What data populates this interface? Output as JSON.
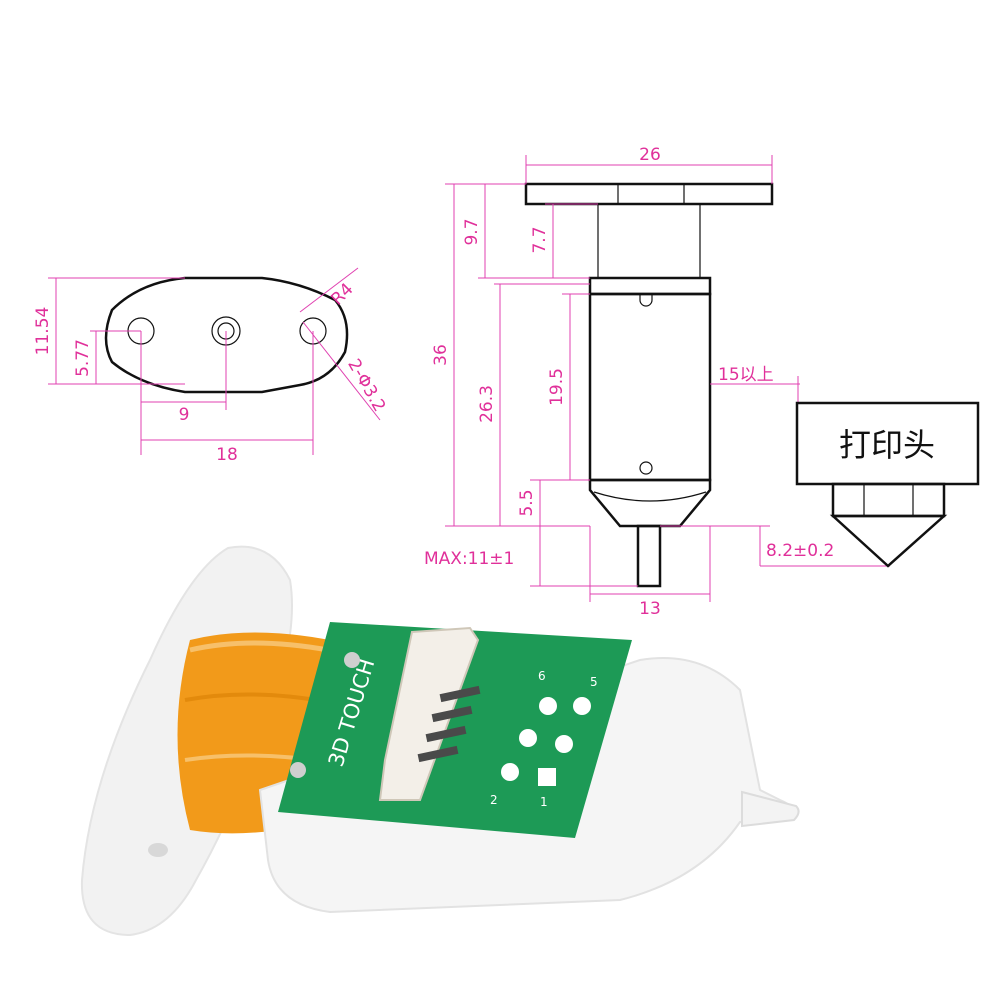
{
  "top_view": {
    "height_outer": "11.54",
    "height_center": "5.77",
    "spacing_half": "9",
    "spacing_full": "18",
    "radius": "R4",
    "hole_diameter": "2-Φ3.2"
  },
  "side_view": {
    "width_top": "26",
    "total_height": "36",
    "flange_to_body": "9.7",
    "neck_height": "7.7",
    "body_height": "26.3",
    "body_inner_height": "19.5",
    "tip_height": "5.5",
    "pin_max": "MAX:11±1",
    "body_width": "13",
    "clearance": "15以上",
    "nozzle_offset": "8.2±0.2",
    "nozzle_label": "打印头"
  },
  "photo": {
    "pcb_label": "3D TOUCH",
    "pin_labels": [
      "6",
      "5",
      "2",
      "1"
    ]
  },
  "colors": {
    "dimension": "#e0309a",
    "pcb": "#1d9a56",
    "tape": "#f29a1a",
    "shell": "#f3f3f3"
  }
}
